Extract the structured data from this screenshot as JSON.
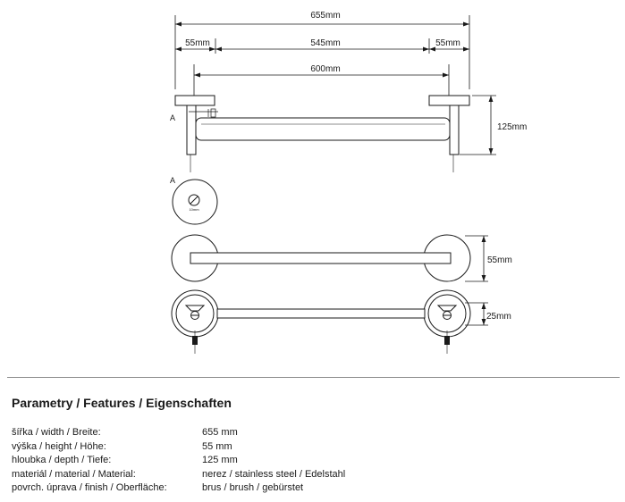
{
  "drawing": {
    "dimensions": {
      "total_width": "655mm",
      "left_mount": "55mm",
      "inner_span": "545mm",
      "right_mount": "55mm",
      "bar_length": "600mm",
      "height": "125mm",
      "mount_diameter": "55mm",
      "mount_depth": "25mm"
    },
    "detail_marker": "A",
    "detail_label": "A",
    "screw_size": "10mm"
  },
  "section": {
    "heading": "Parametry / Features / Eigenschaften"
  },
  "specs": [
    {
      "label": "šířka / width / Breite:",
      "value": "655 mm"
    },
    {
      "label": "výška / height / Höhe:",
      "value": "55 mm"
    },
    {
      "label": "hloubka / depth / Tiefe:",
      "value": "125 mm"
    },
    {
      "label": "materiál / material / Material:",
      "value": "nerez / stainless steel  / Edelstahl"
    },
    {
      "label": "povrch. úprava / finish / Oberfläche:",
      "value": "brus / brush / gebürstet"
    }
  ]
}
